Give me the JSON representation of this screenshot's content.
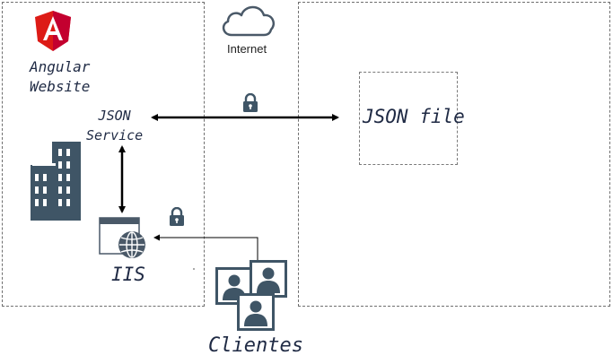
{
  "diagram": {
    "left_zone": {
      "website_label": "Angular\nWebsite",
      "service_label": "JSON\nService",
      "server_label": "IIS"
    },
    "cloud_label": "Internet",
    "right_zone": {
      "file_label": "JSON file"
    },
    "clients_label": "Clientes",
    "icons": {
      "logo": "angular-logo",
      "cloud": "cloud-icon",
      "building": "building-icon",
      "server": "globe-window-icon",
      "lock": "lock-icon",
      "clients": "user-portrait-icon"
    },
    "colors": {
      "angular_red": "#dd1b16",
      "angular_dark_red": "#c3002f",
      "icon_slate": "#3f5566",
      "text_navy": "#1f2a44",
      "arrow": "#000000"
    }
  }
}
